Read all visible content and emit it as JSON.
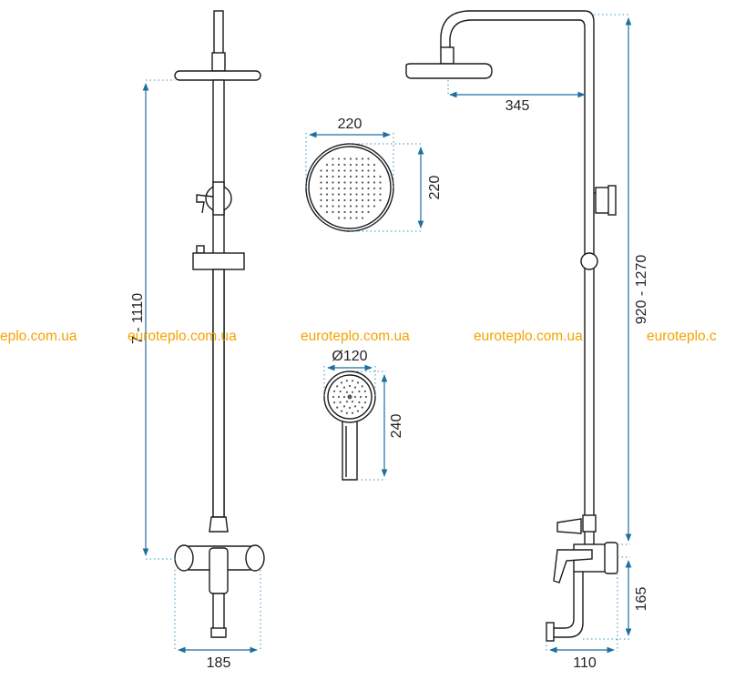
{
  "colors": {
    "drawing": "#1a1a1a",
    "dimension_line": "#1e6f9f",
    "watermark": "#f5a300",
    "background": "#ffffff"
  },
  "dimensions": {
    "shower_arm_reach": "345",
    "overhead_head_width": "220",
    "overhead_head_height": "220",
    "hand_shower_diameter": "Ø120",
    "hand_shower_length": "240",
    "rail_height": "7  - 1110",
    "column_height": "920 - 1270",
    "mixer_height": "165",
    "mixer_width": "185",
    "mixer_depth": "110"
  },
  "watermark": {
    "text_1": "eplo.com.ua",
    "text_2": "euroteplo.com.ua",
    "text_3": "euroteplo.com.ua",
    "text_4": "euroteplo.com.ua",
    "text_5": "euroteplo.c"
  }
}
